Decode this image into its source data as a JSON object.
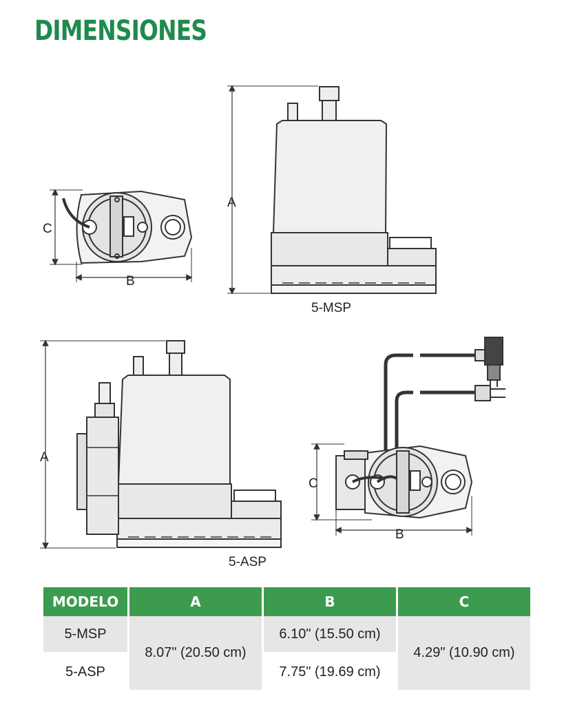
{
  "page": {
    "title": "DIMENSIONES"
  },
  "drawings": {
    "top_view_1": {
      "dim_c": "C",
      "dim_b": "B"
    },
    "side_view_1": {
      "dim_a": "A",
      "model_label": "5-MSP"
    },
    "side_view_2": {
      "dim_a": "A",
      "model_label": "5-ASP"
    },
    "top_view_2": {
      "dim_c": "C",
      "dim_b": "B"
    }
  },
  "table": {
    "headers": [
      "MODELO",
      "A",
      "B",
      "C"
    ],
    "rows": [
      {
        "modelo": "5-MSP",
        "b": "6.10\" (15.50 cm)"
      },
      {
        "modelo": "5-ASP",
        "b": "7.75\" (19.69 cm)"
      }
    ],
    "a_value": "8.07\" (20.50 cm)",
    "c_value": "4.29\" (10.90 cm)"
  },
  "colors": {
    "accent_green": "#1f8a4c",
    "header_green": "#3c9b4f",
    "cell_gray": "#e6e6e6"
  }
}
